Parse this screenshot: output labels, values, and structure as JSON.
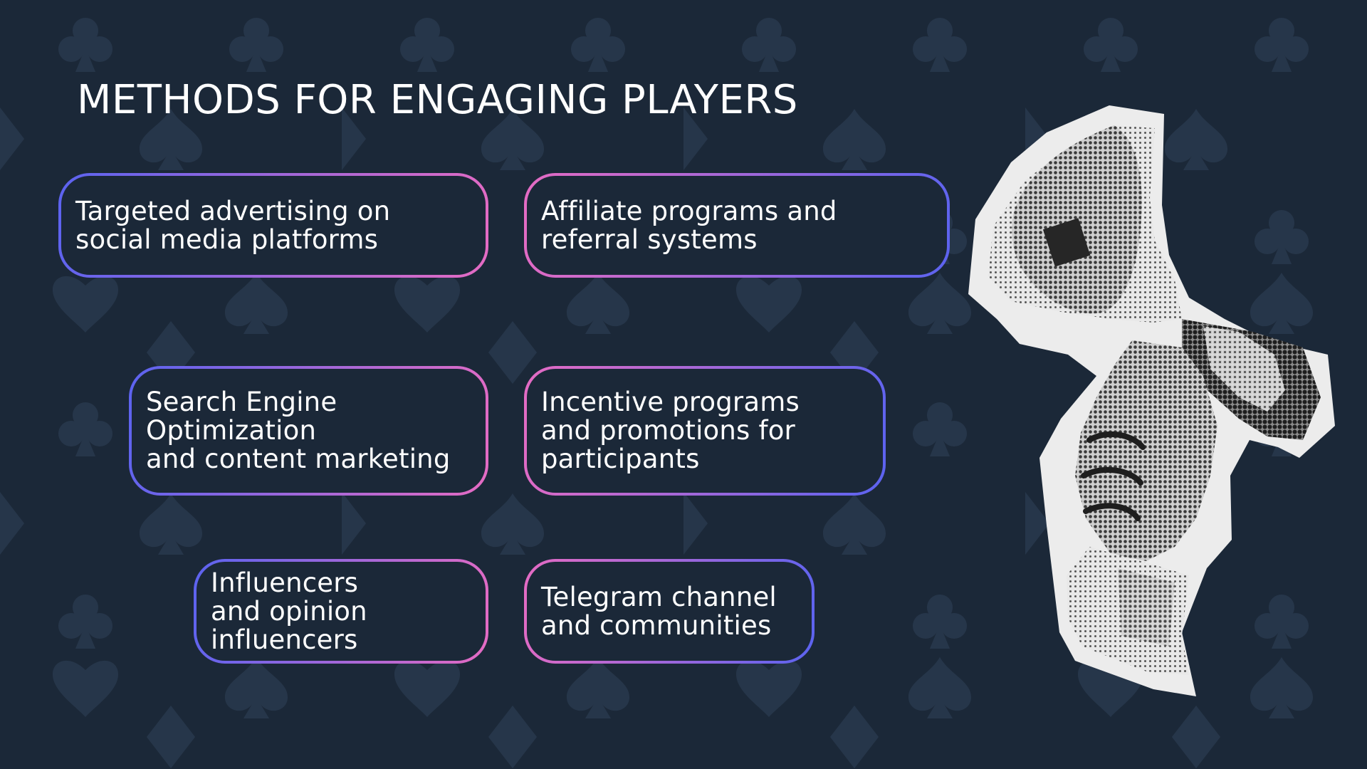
{
  "slide": {
    "title": "METHODS FOR ENGAGING PLAYERS"
  },
  "cards": [
    {
      "text": "Targeted advertising on\nsocial media platforms"
    },
    {
      "text": "Affiliate programs and\nreferral systems"
    },
    {
      "text": "Search Engine\nOptimization\nand content marketing"
    },
    {
      "text": "Incentive programs\nand promotions for\nparticipants"
    },
    {
      "text": "Influencers\nand opinion\ninfluencers"
    },
    {
      "text": "Telegram channel\nand communities"
    }
  ],
  "colors": {
    "background": "#1b2838",
    "pattern": "#26364a",
    "accent_blue": "#5b63f0",
    "accent_pink": "#e56bc3",
    "text": "#ffffff"
  }
}
